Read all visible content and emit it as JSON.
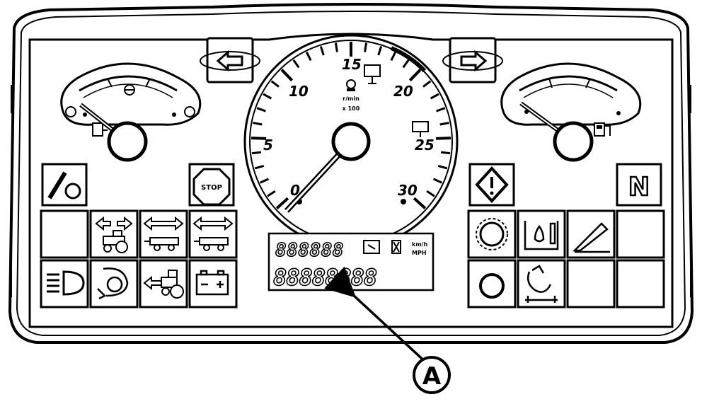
{
  "tachometer": {
    "scale_labels": [
      "0",
      "5",
      "10",
      "15",
      "20",
      "25",
      "30"
    ],
    "unit_line1": "r/min",
    "unit_line2": "x 100"
  },
  "stop_label": "STOP",
  "neutral_label": "N",
  "lcd": {
    "top_digits": "888888",
    "unit_top": "km/h",
    "unit_bottom": "MPH",
    "bottom_digits": "88888888"
  },
  "callout": {
    "label": "A"
  }
}
